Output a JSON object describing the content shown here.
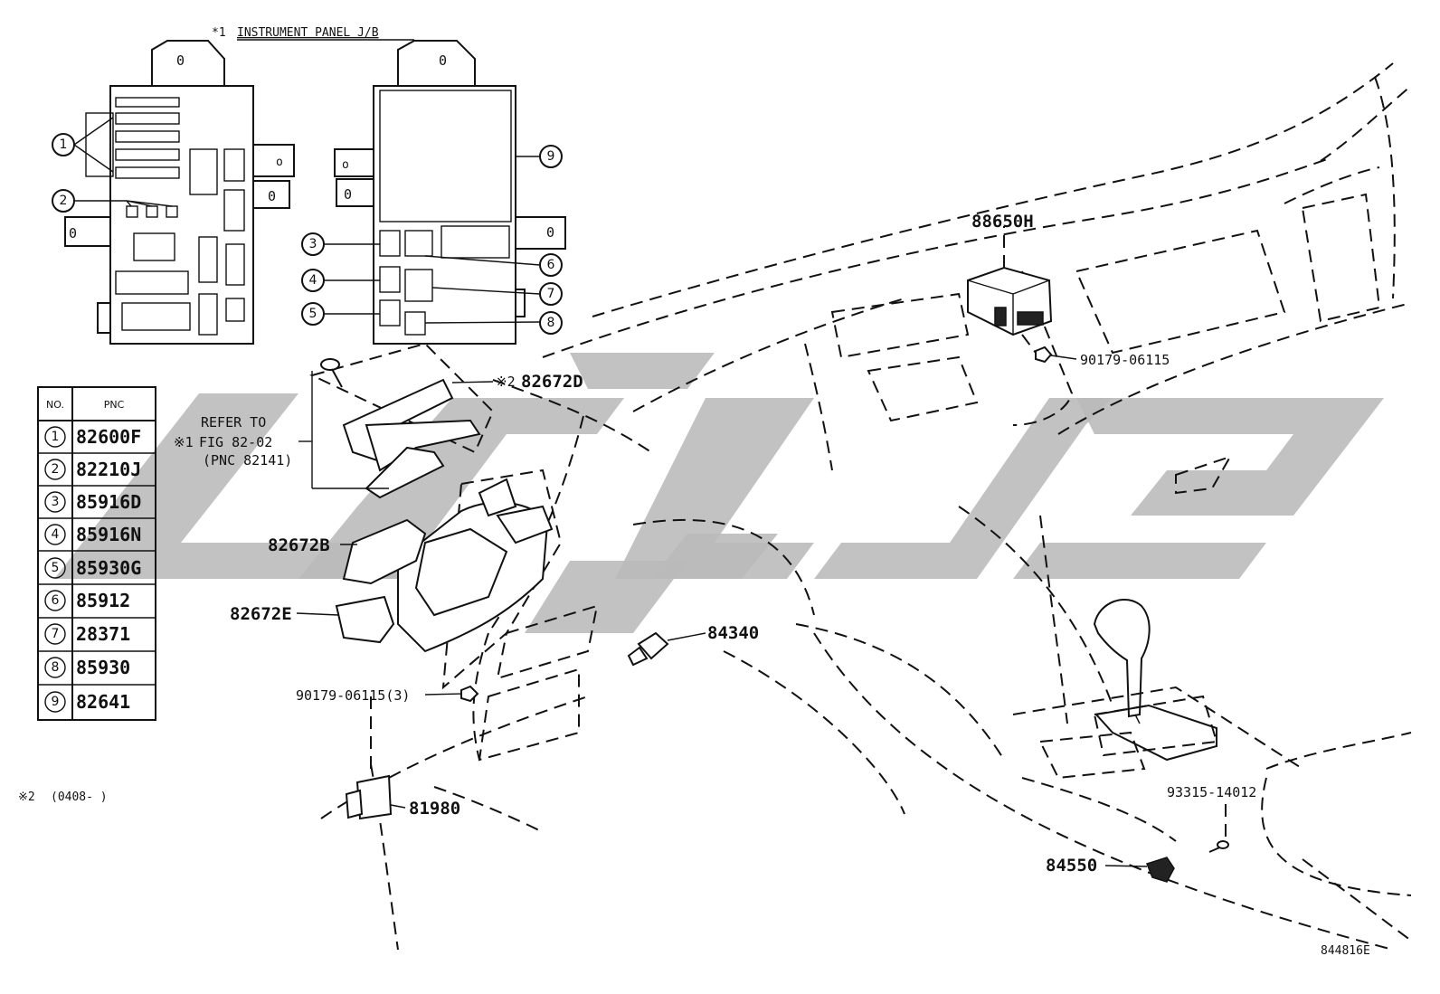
{
  "header": {
    "title_marker": "*1",
    "title": "INSTRUMENT PANEL J/B"
  },
  "parts_table": {
    "col_no": "NO.",
    "col_pnc": "PNC",
    "rows": [
      {
        "no": "1",
        "pnc": "82600F"
      },
      {
        "no": "2",
        "pnc": "82210J"
      },
      {
        "no": "3",
        "pnc": "85916D"
      },
      {
        "no": "4",
        "pnc": "85916N"
      },
      {
        "no": "5",
        "pnc": "85930G"
      },
      {
        "no": "6",
        "pnc": "85912"
      },
      {
        "no": "7",
        "pnc": "28371"
      },
      {
        "no": "8",
        "pnc": "85930"
      },
      {
        "no": "9",
        "pnc": "82641"
      }
    ]
  },
  "footnote": {
    "marker": "※2",
    "text": "(0408-     )"
  },
  "refer": {
    "line1": "REFER TO",
    "marker": "※1",
    "line2": "FIG 82-02",
    "line3": "(PNC 82141)"
  },
  "callouts": {
    "p82672D_marker": "※2",
    "p82672D": "82672D",
    "p82672B": "82672B",
    "p82672E": "82672E",
    "p90179_3": "90179-06115(3)",
    "p81980": "81980",
    "p84340": "84340",
    "p88650H": "88650H",
    "p90179": "90179-06115",
    "p93315": "93315-14012",
    "p84550": "84550"
  },
  "jb_numbers": [
    "1",
    "2",
    "3",
    "4",
    "5",
    "6",
    "7",
    "8",
    "9"
  ],
  "figure_id": "844816E",
  "watermark": "Logo"
}
